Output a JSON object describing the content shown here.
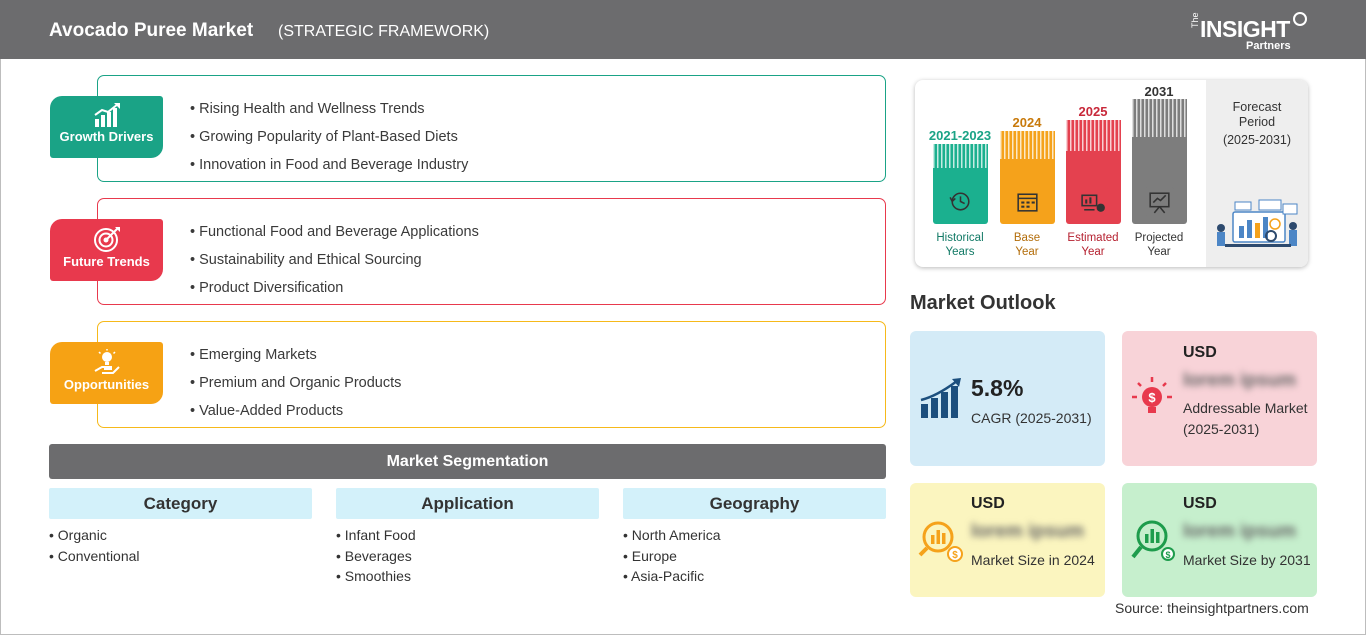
{
  "header": {
    "title": "Avocado Puree Market",
    "subtitle": "(STRATEGIC FRAMEWORK)",
    "logo": {
      "the": "The",
      "insight": "INSIGHT",
      "partners": "Partners"
    }
  },
  "framework": [
    {
      "label": "Growth Drivers",
      "icon": "growth-chart-icon",
      "color": "#1aa386",
      "items": [
        "Rising Health and Wellness Trends",
        "Growing Popularity of Plant-Based Diets",
        "Innovation in Food and Beverage Industry"
      ]
    },
    {
      "label": "Future Trends",
      "icon": "target-icon",
      "color": "#e8394d",
      "items": [
        "Functional Food and Beverage Applications",
        "Sustainability and Ethical Sourcing",
        "Product Diversification"
      ]
    },
    {
      "label": "Opportunities",
      "icon": "lightbulb-hand-icon",
      "color": "#f6a214",
      "items": [
        "Emerging Markets",
        "Premium and Organic Products",
        "Value-Added Products"
      ]
    }
  ],
  "segmentation": {
    "title": "Market Segmentation",
    "columns": [
      {
        "header": "Category",
        "items": [
          "Organic",
          "Conventional"
        ]
      },
      {
        "header": "Application",
        "items": [
          "Infant Food",
          "Beverages",
          "Smoothies"
        ]
      },
      {
        "header": "Geography",
        "items": [
          "North America",
          "Europe",
          "Asia-Pacific"
        ]
      }
    ]
  },
  "timeline": {
    "columns": [
      {
        "year": "2021-2023",
        "label_line1": "Historical",
        "label_line2": "Years",
        "color": "#1bb08f",
        "icon": "history-clock-icon"
      },
      {
        "year": "2024",
        "label_line1": "Base",
        "label_line2": "Year",
        "color": "#f5a21b",
        "icon": "calendar-icon"
      },
      {
        "year": "2025",
        "label_line1": "Estimated",
        "label_line2": "Year",
        "color": "#e4414f",
        "icon": "estimate-chart-icon"
      },
      {
        "year": "2031",
        "label_line1": "Projected",
        "label_line2": "Year",
        "color": "#7d7d7d",
        "icon": "projection-board-icon"
      }
    ],
    "forecast": {
      "line1": "Forecast",
      "line2": "Period",
      "line3": "(2025-2031)"
    }
  },
  "outlook": {
    "title": "Market Outlook",
    "cagr": {
      "value": "5.8%",
      "label": "CAGR (2025-2031)",
      "bg": "#d4ebf7"
    },
    "addressable": {
      "usd": "USD",
      "value": "lorem ipsum",
      "label": "Addressable Market (2025-2031)",
      "bg": "#f8d3d8"
    },
    "size2024": {
      "usd": "USD",
      "value": "lorem ipsum",
      "label": "Market Size in 2024",
      "bg": "#fbf5bf"
    },
    "size2031": {
      "usd": "USD",
      "value": "lorem ipsum",
      "label": "Market Size by 2031",
      "bg": "#c6efcd"
    }
  },
  "source": "Source: theinsightpartners.com"
}
